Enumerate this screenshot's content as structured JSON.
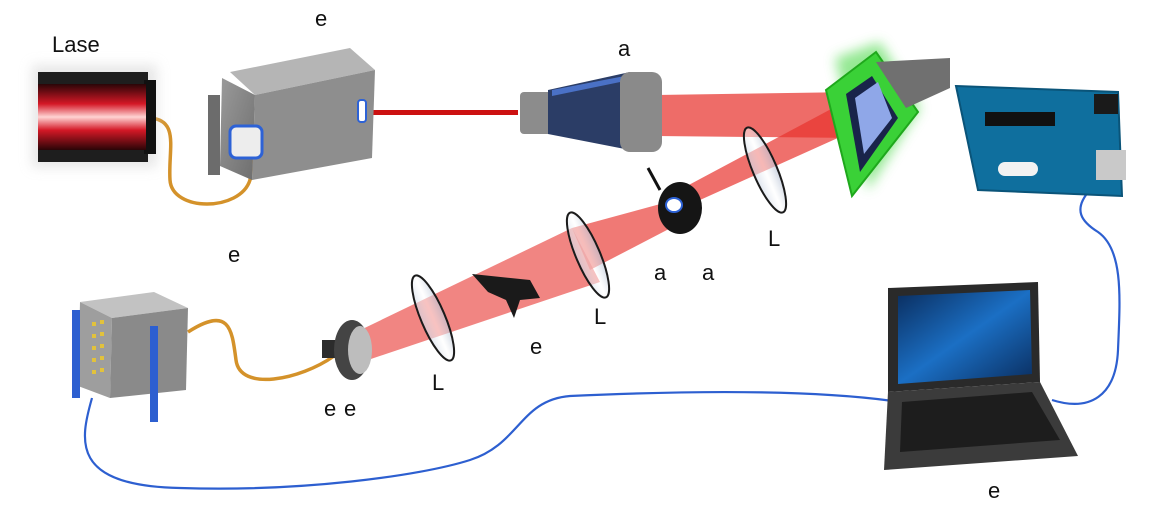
{
  "labels": {
    "laser": "Lase",
    "box_top": "e",
    "beam_expander": "a",
    "left_middle": "e",
    "detector_left": "a",
    "detector_right": "a",
    "lens_right": "L",
    "lens_middle": "L",
    "lens_left": "L",
    "object": "e",
    "coupler_1": "e",
    "coupler_2": "e",
    "laptop": "e"
  },
  "colors": {
    "beam": "#e8332e",
    "beam_core": "#cc1111",
    "cable_orange": "#d4922a",
    "cable_blue": "#2d5fd0",
    "slm_glow": "#3dd63a",
    "arduino_board": "#0f6f9e",
    "laptop_screen": "#1b6fc4"
  },
  "icons": [
    "laser-icon",
    "spatial-filter-box-icon",
    "beam-expander-icon",
    "slm-icon",
    "arduino-board-icon",
    "lens-icon",
    "photodetector-icon",
    "object-icon",
    "fiber-coupler-icon",
    "spectrometer-icon",
    "laptop-icon"
  ]
}
